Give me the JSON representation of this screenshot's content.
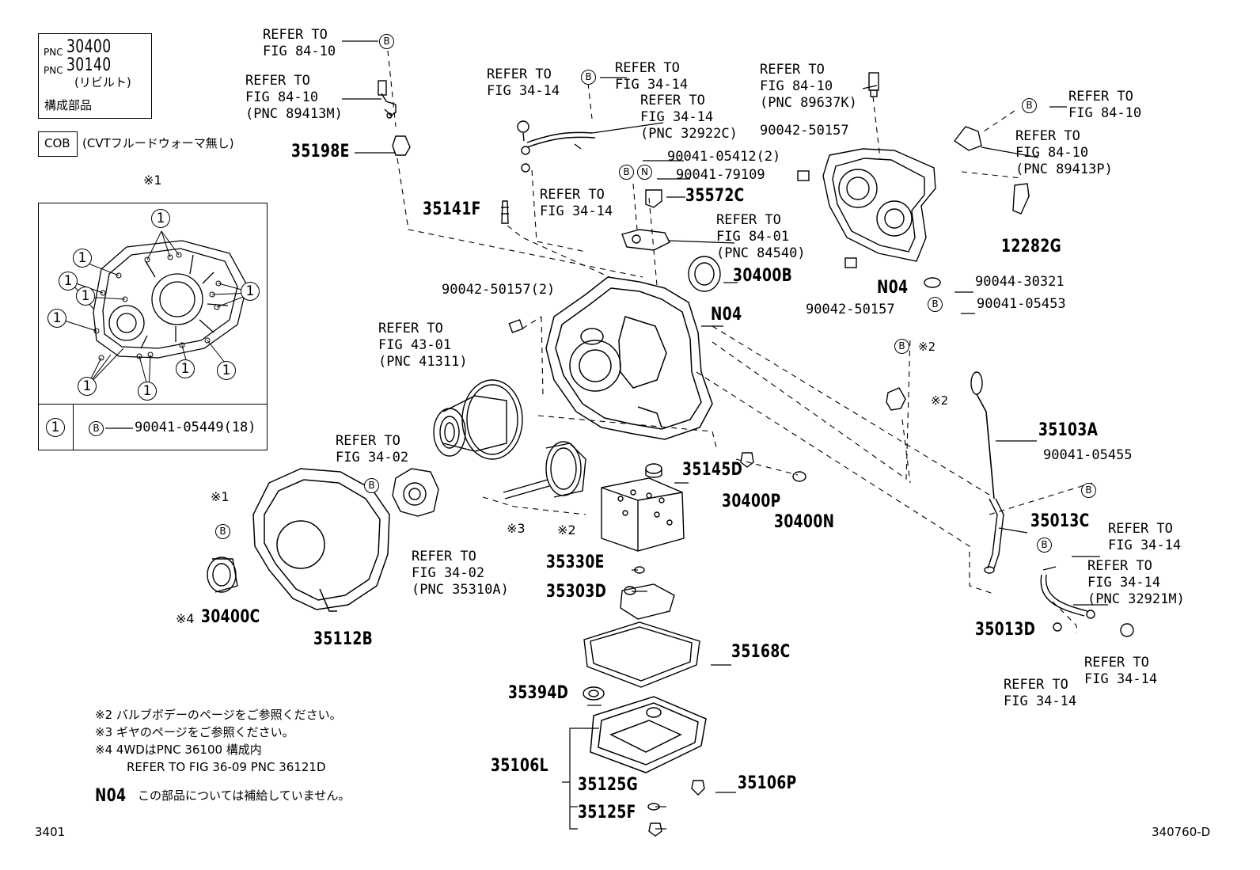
{
  "header_box": {
    "pnc_prefix": "PNC",
    "pnc1": "30400",
    "pnc2": "30140",
    "rebuilt": "(リビルト)",
    "components": "構成部品"
  },
  "cob_box": {
    "code": "COB",
    "desc": "(CVTフルードウォーマ無し)"
  },
  "inset": {
    "title": "※1",
    "callout": "1",
    "legend_marker": "B",
    "legend_part": "90041-05449(18)"
  },
  "labels": {
    "refer_84_10_a": "REFER TO\nFIG 84-10",
    "refer_84_10_b": "REFER TO\nFIG 84-10\n(PNC 89413M)",
    "p35198E": "35198E",
    "refer_34_14_a": "REFER TO\nFIG 34-14",
    "refer_34_14_b": "REFER TO\nFIG 34-14",
    "refer_34_14_c": "REFER TO\nFIG 34-14\n(PNC 32922C)",
    "refer_34_14_d": "REFER TO\nFIG 34-14",
    "p35141F": "35141F",
    "p90041_05412": "90041-05412(2)",
    "p90041_79109": "90041-79109",
    "p35572C": "35572C",
    "refer_84_01": "REFER TO\nFIG 84-01\n(PNC 84540)",
    "p30400B": "30400B",
    "refer_84_10_c": "REFER TO\nFIG 84-10\n(PNC 89637K)",
    "p90042_50157_top": "90042-50157",
    "refer_84_10_d": "REFER TO\nFIG 84-10",
    "refer_84_10_e": "REFER TO\nFIG 84-10\n(PNC 89413P)",
    "p12282G": "12282G",
    "pN04_right": "N04",
    "p90042_50157_low": "90042-50157",
    "p90044_30321": "90044-30321",
    "p90041_05453": "90041-05453",
    "p90042_50157_2": "90042-50157(2)",
    "pN04_center": "N04",
    "refer_43_01": "REFER TO\nFIG 43-01\n(PNC 41311)",
    "mark2_a": "※2",
    "mark2_b": "※2",
    "p35103A": "35103A",
    "p90041_05455": "90041-05455",
    "refer_34_02_a": "REFER TO\nFIG 34-02",
    "mark1_left": "※1",
    "p35145D": "35145D",
    "p30400P": "30400P",
    "p30400N": "30400N",
    "mark3": "※3",
    "mark2_vb": "※2",
    "p35013C": "35013C",
    "refer_34_14_e": "REFER TO\nFIG 34-14",
    "refer_34_14_f": "REFER TO\nFIG 34-14\n(PNC 32921M)",
    "refer_34_02_b": "REFER TO\nFIG 34-02\n(PNC 35310A)",
    "p35330E": "35330E",
    "p35303D": "35303D",
    "mark4": "※4",
    "p30400C": "30400C",
    "p35112B": "35112B",
    "p35013D": "35013D",
    "refer_34_14_g": "REFER TO\nFIG 34-14",
    "refer_34_14_h": "REFER TO\nFIG 34-14",
    "p35168C": "35168C",
    "p35394D": "35394D",
    "p35106L": "35106L",
    "p35125G": "35125G",
    "p35106P": "35106P",
    "p35125F": "35125F"
  },
  "notes": {
    "n2": "※2 バルブボデーのページをご参照ください。",
    "n3": "※3 ギヤのページをご参照ください。",
    "n4a": "※4 4WDはPNC 36100 構成内",
    "n4b": "REFER TO FIG 36-09 PNC 36121D",
    "n04_code": "N04",
    "n04_text": "この部品については補給していません。"
  },
  "footer": {
    "page": "3401",
    "figure_id": "340760-D"
  }
}
